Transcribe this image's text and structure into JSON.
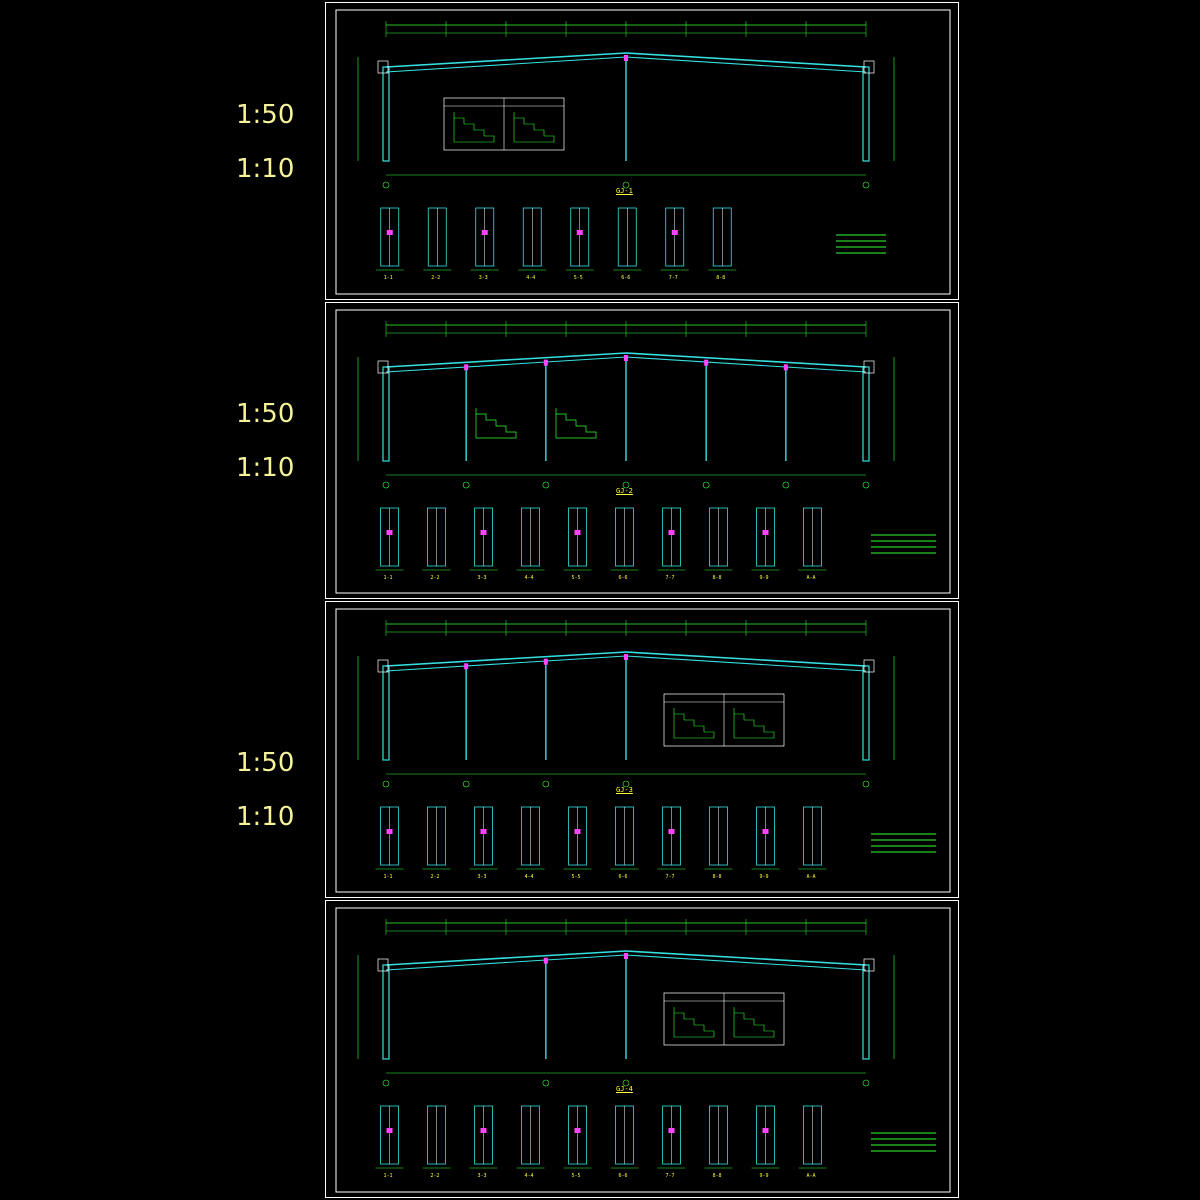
{
  "colors": {
    "background": "#000000",
    "member": "#35e0e0",
    "dimension": "#33ff33",
    "label": "#ffff33",
    "border": "#ffffff",
    "accent": "#ff44ff",
    "scale_text": "#f4f29a"
  },
  "scale_labels": [
    {
      "text": "1:50"
    },
    {
      "text": "1:10"
    },
    {
      "text": "1:50"
    },
    {
      "text": "1:10"
    },
    {
      "text": "1:50"
    },
    {
      "text": "1:10"
    }
  ],
  "sheets": [
    {
      "frame_title": "GJ-1",
      "interior_columns": [
        0.5
      ],
      "section_labels": [
        "1-1",
        "2-2",
        "3-3",
        "4-4",
        "5-5",
        "6-6",
        "7-7",
        "8-8"
      ],
      "has_legend_box": true
    },
    {
      "frame_title": "GJ-2",
      "interior_columns": [
        0.167,
        0.333,
        0.5,
        0.667,
        0.833
      ],
      "section_labels": [
        "1-1",
        "2-2",
        "3-3",
        "4-4",
        "5-5",
        "6-6",
        "7-7",
        "8-8",
        "9-9",
        "A-A"
      ],
      "has_legend_box": false
    },
    {
      "frame_title": "GJ-3",
      "interior_columns": [
        0.167,
        0.333,
        0.5
      ],
      "section_labels": [
        "1-1",
        "2-2",
        "3-3",
        "4-4",
        "5-5",
        "6-6",
        "7-7",
        "8-8",
        "9-9",
        "A-A"
      ],
      "has_legend_box": true
    },
    {
      "frame_title": "GJ-4",
      "interior_columns": [
        0.333,
        0.5
      ],
      "section_labels": [
        "1-1",
        "2-2",
        "3-3",
        "4-4",
        "5-5",
        "6-6",
        "7-7",
        "8-8",
        "9-9",
        "A-A"
      ],
      "has_legend_box": true
    }
  ]
}
